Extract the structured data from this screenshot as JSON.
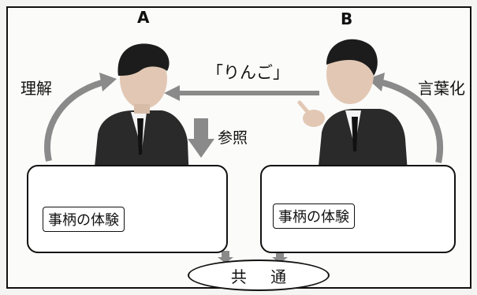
{
  "labels": {
    "person_a": "A",
    "person_b": "B",
    "word": "「りんご」",
    "understand": "理解",
    "verbalize": "言葉化",
    "refer": "参照",
    "experience_a": "事柄の体験",
    "experience_b": "事柄の体験",
    "common": "共 通"
  },
  "icons": [
    "person-a-icon",
    "person-b-icon",
    "apple-icon"
  ],
  "colors": {
    "arrow": "#8a8a8a",
    "suit": "#2a2a2a",
    "apple": "#b33a2c"
  }
}
